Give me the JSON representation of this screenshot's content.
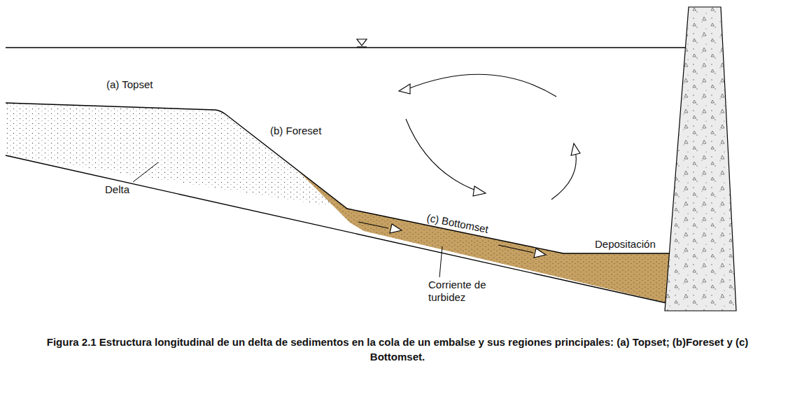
{
  "diagram": {
    "caption": "Figura 2.1 Estructura longitudinal de un delta de sedimentos en la cola de un embalse y sus regiones principales: (a) Topset; (b)Foreset y (c) Bottomset.",
    "labels": [
      "(a) Topset",
      "(b) Foreset",
      "Delta",
      "(c) Bottomset",
      "Corriente de turbidez",
      "Depositación"
    ]
  }
}
